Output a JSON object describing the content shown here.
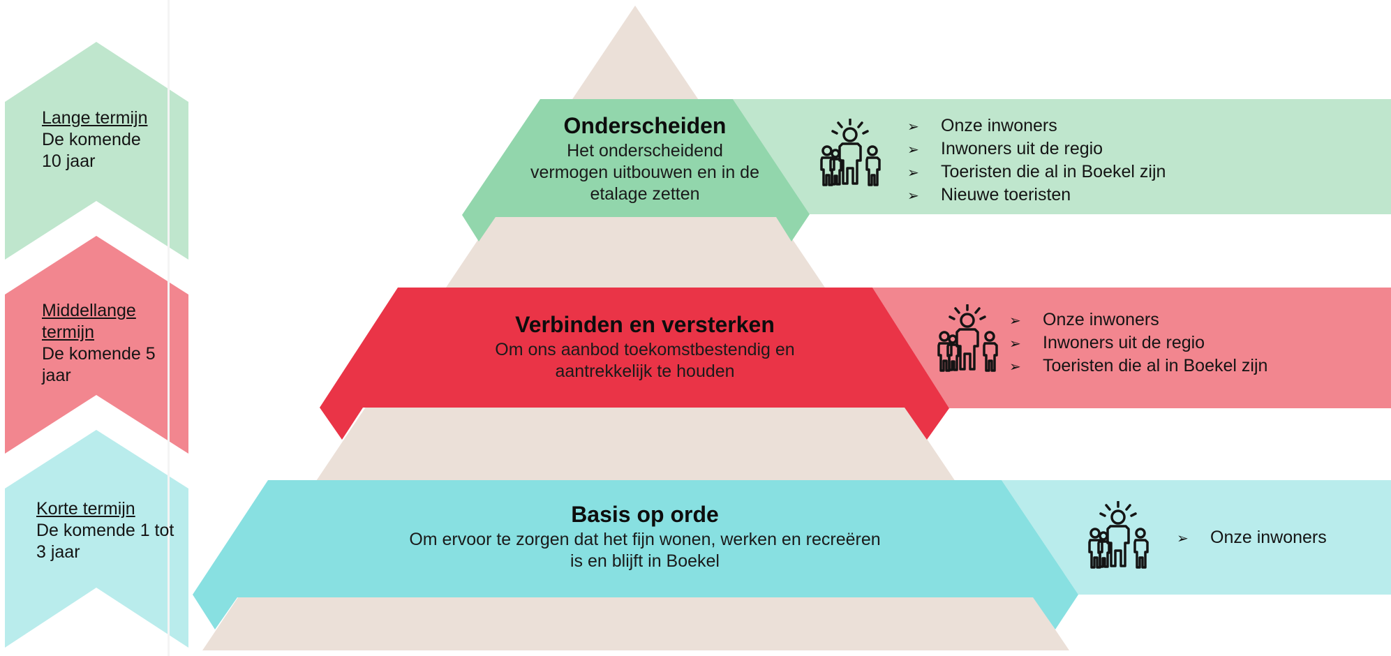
{
  "colors": {
    "pyramid": "#ebe0d8",
    "green": "#92d6ac",
    "green_light": "#bfe6cd",
    "red": "#ea3447",
    "red_light": "#f2868f",
    "teal": "#88e0e1",
    "teal_light": "#b9ecec",
    "people_icon": "#141414"
  },
  "icons": {
    "bullet": "➢",
    "audience": "people-group-icon"
  },
  "timeframes": [
    {
      "title": "Lange termijn",
      "subtitle": "De komende 10 jaar"
    },
    {
      "title": "Middellange termijn",
      "subtitle": "De komende 5 jaar"
    },
    {
      "title": "Korte termijn",
      "subtitle": "De komende 1 tot 3 jaar"
    }
  ],
  "tiers": [
    {
      "title": "Onderscheiden",
      "subtitle": "Het onderscheidend vermogen uitbouwen en in de etalage zetten",
      "audience": [
        "Onze inwoners",
        "Inwoners uit de regio",
        "Toeristen die al in Boekel zijn",
        "Nieuwe toeristen"
      ]
    },
    {
      "title": "Verbinden en versterken",
      "subtitle": "Om ons aanbod toekomstbestendig en aantrekkelijk te houden",
      "audience": [
        "Onze inwoners",
        "Inwoners uit de regio",
        "Toeristen die al in Boekel zijn"
      ]
    },
    {
      "title": "Basis op orde",
      "subtitle": "Om ervoor te zorgen dat het fijn wonen, werken en recreëren is en blijft in Boekel",
      "audience": [
        "Onze inwoners"
      ]
    }
  ]
}
